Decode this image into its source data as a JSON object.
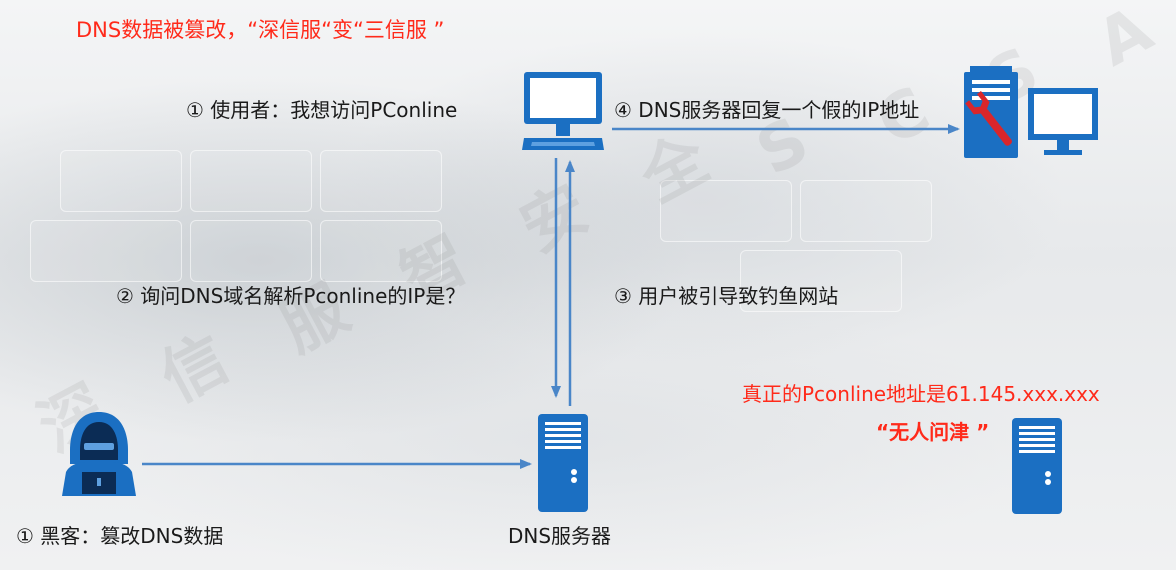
{
  "title": "DNS数据被篡改，“深信服“变“三信服 ”",
  "watermark": [
    "深",
    "信",
    "服",
    "智",
    "安",
    "全",
    "S",
    "C",
    "S",
    "A"
  ],
  "labels": {
    "user_step": "① 使用者：我想访问PConline",
    "query_step": "② 询问DNS域名解析Pconline的IP是？",
    "redirect_step": "③ 用户被引导致钓鱼网站",
    "reply_step": "④ DNS服务器回复一个假的IP地址",
    "hacker_step": "① 黑客：篡改DNS数据",
    "dns_server": "DNS服务器",
    "real_address": "真正的Pconline地址是61.145.xxx.xxx",
    "ignored": "“无人问津 ”"
  },
  "colors": {
    "accent_blue": "#1b6fc2",
    "arrow_blue": "#4a86c8",
    "warning_red": "#ff2a1a",
    "wrench_red": "#d9262b"
  },
  "icons": {
    "user_pc": "desktop-computer-icon",
    "fake_server": "server-with-wrench-icon",
    "hacker": "hacker-hoodie-icon",
    "dns_server": "server-tower-icon",
    "real_server": "server-tower-icon"
  }
}
